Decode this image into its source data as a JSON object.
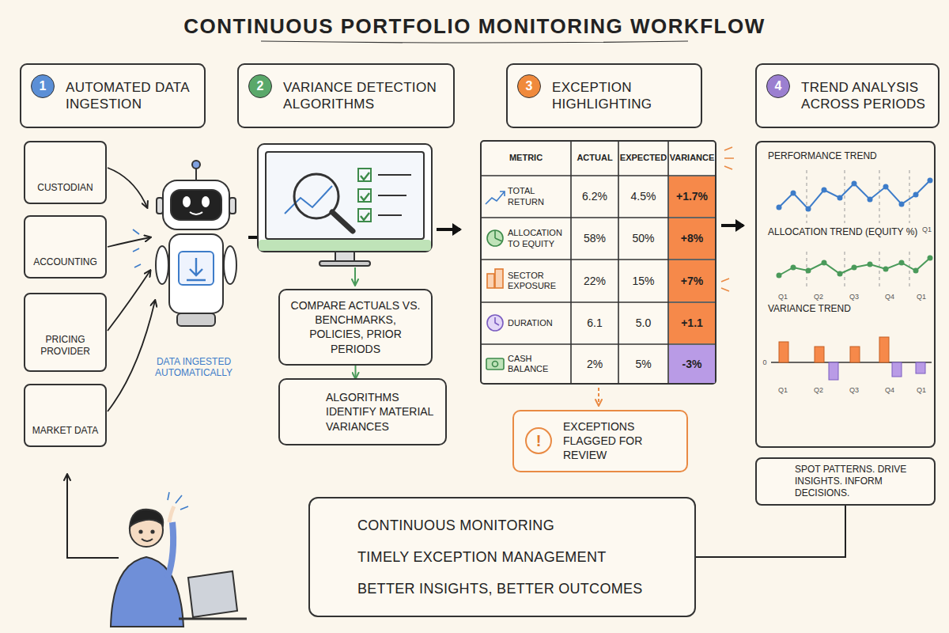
{
  "diagram": {
    "title": "CONTINUOUS PORTFOLIO MONITORING WORKFLOW",
    "nodes": [
      {
        "text": [
          "AUTOMATED DATA INGESTION"
        ]
      },
      {
        "text": [
          "1"
        ],
        "in": 0
      },
      {
        "text": [
          "VARIANCE DETECTION ALGORITHMS"
        ]
      },
      {
        "text": [
          "2"
        ],
        "in": 2
      },
      {
        "text": [
          "EXCEPTION HIGHLIGHTING"
        ]
      },
      {
        "text": [
          "3"
        ],
        "in": 4
      },
      {
        "text": [
          "TREND ANALYSIS ACROSS PERIODS"
        ]
      },
      {
        "text": [
          "4"
        ],
        "in": 6
      },
      {
        "text": [
          "CUSTODIAN"
        ]
      },
      {
        "text": [
          "ACCOUNTING"
        ]
      },
      {
        "text": [
          "PRICING PROVIDER"
        ]
      },
      {
        "text": [
          "MARKET DATA"
        ]
      },
      {
        "text": [
          "COMPARE ACTUALS VS. BENCHMARKS, POLICIES, PRIOR PERIODS"
        ]
      },
      {
        "text": [
          "ALGORITHMS IDENTIFY MATERIAL VARIANCES"
        ]
      },
      {
        "text": [
          "EXCEPTIONS FLAGGED FOR REVIEW"
        ]
      },
      {
        "text": [
          "!"
        ],
        "in": 14
      },
      {
        "text": [
          "PERFORMANCE TREND",
          "ALLOCATION TREND (EQUITY %)",
          "VARIANCE TREND"
        ]
      },
      {
        "text": [
          "SPOT PATTERNS. DRIVE INSIGHTS. INFORM DECISIONS."
        ]
      },
      {
        "text": [
          "CONTINUOUS MONITORING",
          "TIMELY EXCEPTION MANAGEMENT",
          "BETTER INSIGHTS, BETTER OUTCOMES"
        ]
      }
    ],
    "edges": [
      {
        "from": 12,
        "to": 13,
        "arrow": "to"
      },
      {
        "from": 18,
        "to": 17,
        "arrow": "none"
      }
    ],
    "labels": [
      "DATA INGESTED AUTOMATICALLY",
      "METRIC",
      "ACTUAL",
      "EXPECTED",
      "VARIANCE",
      "TOTAL RETURN",
      "6.2%",
      "4.5%",
      "+1.7%",
      "ALLOCATION TO EQUITY",
      "58%",
      "50%",
      "+8%",
      "SECTOR EXPOSURE",
      "22%",
      "15%",
      "+7%",
      "DURATION",
      "6.1",
      "5.0",
      "+1.1",
      "CASH BALANCE",
      "2%",
      "5%",
      "-3%",
      "Q1",
      "Q1",
      "Q2",
      "Q3",
      "Q4",
      "Q1",
      "0",
      "Q1",
      "Q2",
      "Q3",
      "Q4",
      "Q1"
    ]
  }
}
